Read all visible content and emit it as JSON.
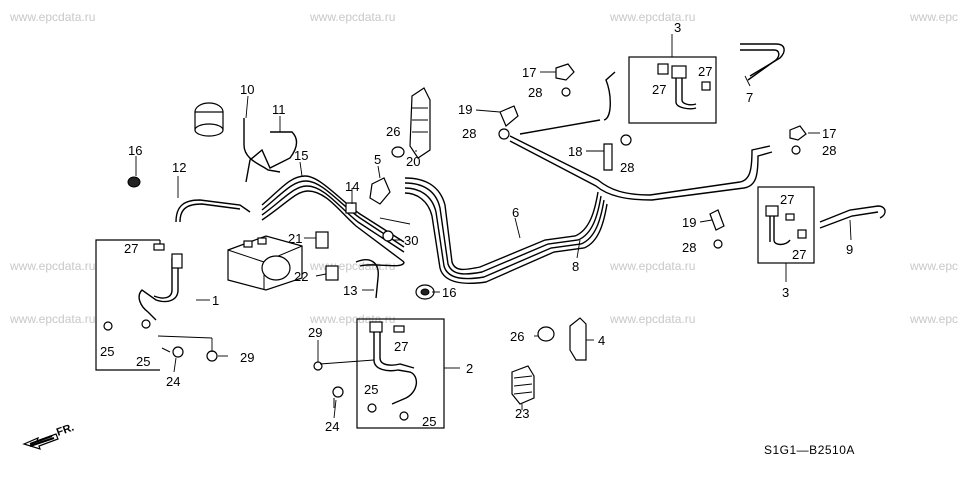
{
  "watermarks": {
    "text": "www.epcdata.ru",
    "partial": "www.epc"
  },
  "diagram_code": "S1G1—B2510A",
  "front_marker": "FR.",
  "callouts": {
    "c1": "1",
    "c2": "2",
    "c3a": "3",
    "c3b": "3",
    "c4": "4",
    "c5": "5",
    "c6": "6",
    "c7": "7",
    "c8": "8",
    "c9": "9",
    "c10": "10",
    "c11": "11",
    "c12": "12",
    "c13": "13",
    "c14": "14",
    "c15": "15",
    "c16a": "16",
    "c16b": "16",
    "c17a": "17",
    "c17b": "17",
    "c18": "18",
    "c19a": "19",
    "c19b": "19",
    "c20": "20",
    "c21": "21",
    "c22": "22",
    "c23": "23",
    "c24a": "24",
    "c24b": "24",
    "c25a": "25",
    "c25b": "25",
    "c25c": "25",
    "c25d": "25",
    "c26a": "26",
    "c26b": "26",
    "c27a": "27",
    "c27b": "27",
    "c27c": "27",
    "c27d": "27",
    "c27e": "27",
    "c27f": "27",
    "c28a": "28",
    "c28b": "28",
    "c28c": "28",
    "c28d": "28",
    "c28e": "28",
    "c29a": "29",
    "c29b": "29",
    "c30": "30"
  }
}
